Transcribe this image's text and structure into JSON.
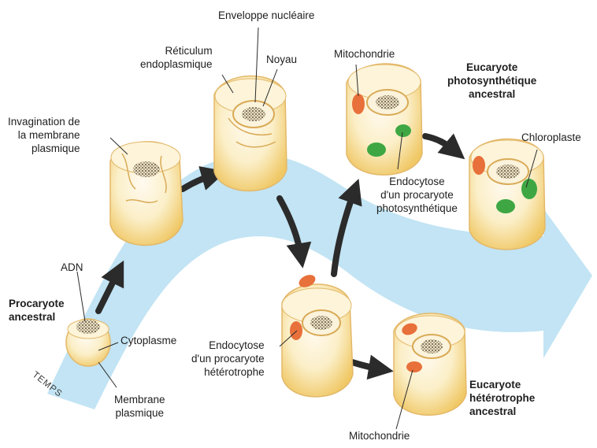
{
  "axis_label": "TEMPS",
  "stages": {
    "procaryote": {
      "title_lines": [
        "Procaryote",
        "ancestral"
      ]
    },
    "eucaryote_photo": {
      "title_lines": [
        "Eucaryote",
        "photosynthétique",
        "ancestral"
      ]
    },
    "eucaryote_hetero": {
      "title_lines": [
        "Eucaryote",
        "hétérotrophe",
        "ancestral"
      ]
    }
  },
  "labels": {
    "adn": "ADN",
    "cytoplasme": "Cytoplasme",
    "membrane_plasmique": [
      "Membrane",
      "plasmique"
    ],
    "invagination": [
      "Invagination de",
      "la membrane",
      "plasmique"
    ],
    "reticulum": [
      "Réticulum",
      "endoplasmique"
    ],
    "enveloppe": "Enveloppe nucléaire",
    "noyau": "Noyau",
    "mitochondrie_top": "Mitochondrie",
    "chloroplaste": "Chloroplaste",
    "endocytose_photo": [
      "Endocytose",
      "d'un procaryote",
      "photosynthétique"
    ],
    "endocytose_hetero": [
      "Endocytose",
      "d'un procaryote",
      "hétérotrophe"
    ],
    "mitochondrie_bottom": "Mitochondrie"
  },
  "colors": {
    "band": "#bfe3f3",
    "cell_fill": "#fbf1cf",
    "cell_edge": "#e3b869",
    "mitochondria": "#e8703a",
    "chloroplast": "#3ea743",
    "arrow": "#2b2b2b"
  }
}
